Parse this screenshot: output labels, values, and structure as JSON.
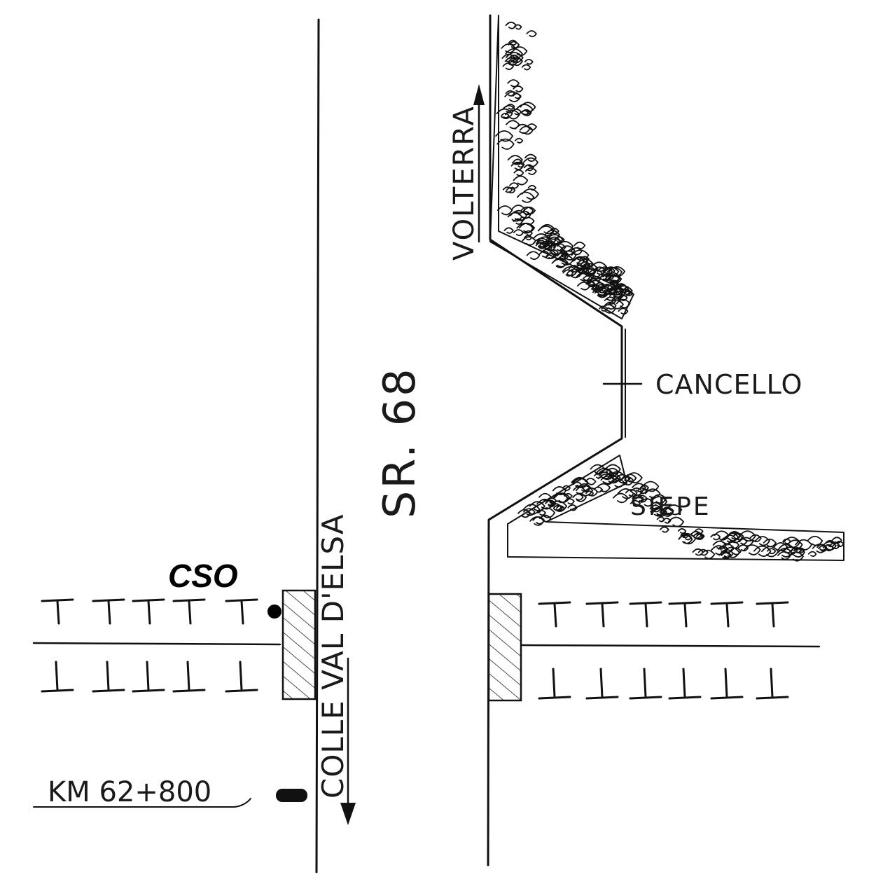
{
  "labels": {
    "direction_north": "VOLTERRA",
    "direction_south": "COLLE VAL D'ELSA",
    "road": "SR. 68",
    "gate": "CANCELLO",
    "hedge": "SIEPE",
    "station": "CSO",
    "kilometer": "KM 62+800"
  },
  "colors": {
    "ink": "#111111",
    "background": "#ffffff"
  }
}
